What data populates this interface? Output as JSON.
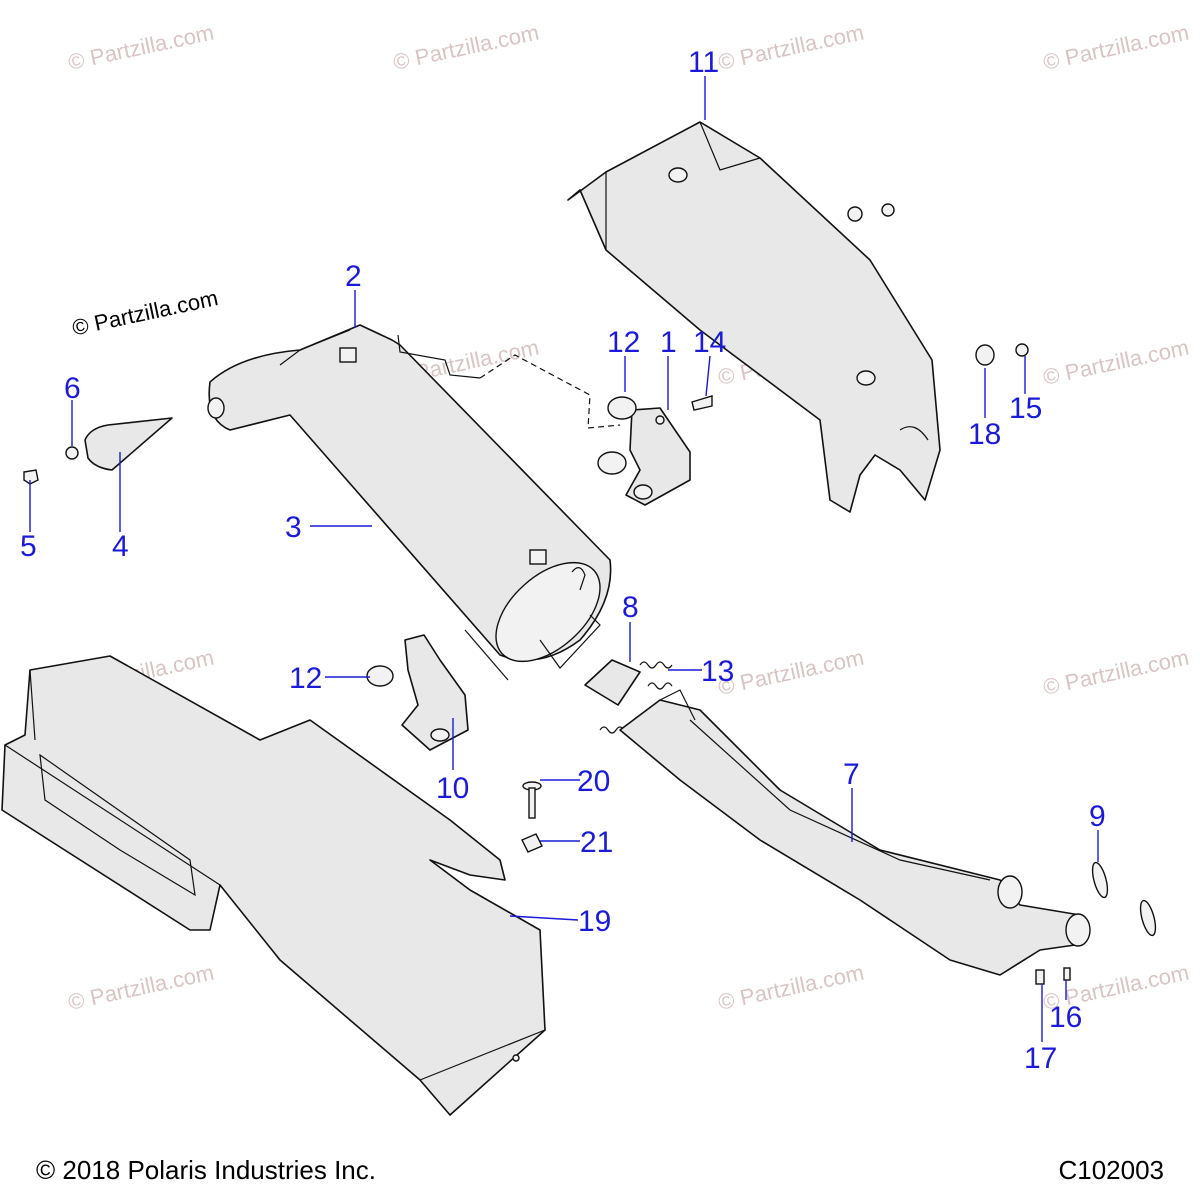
{
  "watermark": {
    "text": "© Partzilla.com",
    "brand_text": "© Partzilla.com"
  },
  "callouts": [
    {
      "id": "c1",
      "label": "1"
    },
    {
      "id": "c2",
      "label": "2"
    },
    {
      "id": "c3",
      "label": "3"
    },
    {
      "id": "c4",
      "label": "4"
    },
    {
      "id": "c5",
      "label": "5"
    },
    {
      "id": "c6",
      "label": "6"
    },
    {
      "id": "c7",
      "label": "7"
    },
    {
      "id": "c8",
      "label": "8"
    },
    {
      "id": "c9",
      "label": "9"
    },
    {
      "id": "c10",
      "label": "10"
    },
    {
      "id": "c11",
      "label": "11"
    },
    {
      "id": "c12a",
      "label": "12"
    },
    {
      "id": "c12b",
      "label": "12"
    },
    {
      "id": "c13",
      "label": "13"
    },
    {
      "id": "c14",
      "label": "14"
    },
    {
      "id": "c15",
      "label": "15"
    },
    {
      "id": "c16",
      "label": "16"
    },
    {
      "id": "c17",
      "label": "17"
    },
    {
      "id": "c18",
      "label": "18"
    },
    {
      "id": "c19",
      "label": "19"
    },
    {
      "id": "c20",
      "label": "20"
    },
    {
      "id": "c21",
      "label": "21"
    }
  ],
  "footer": {
    "copyright": "© 2018 Polaris Industries Inc.",
    "diagram_id": "C102003"
  },
  "colors": {
    "callout": "#1a1ad8",
    "watermark": "#d9c4c4",
    "part_fill": "#e8e8e8"
  }
}
